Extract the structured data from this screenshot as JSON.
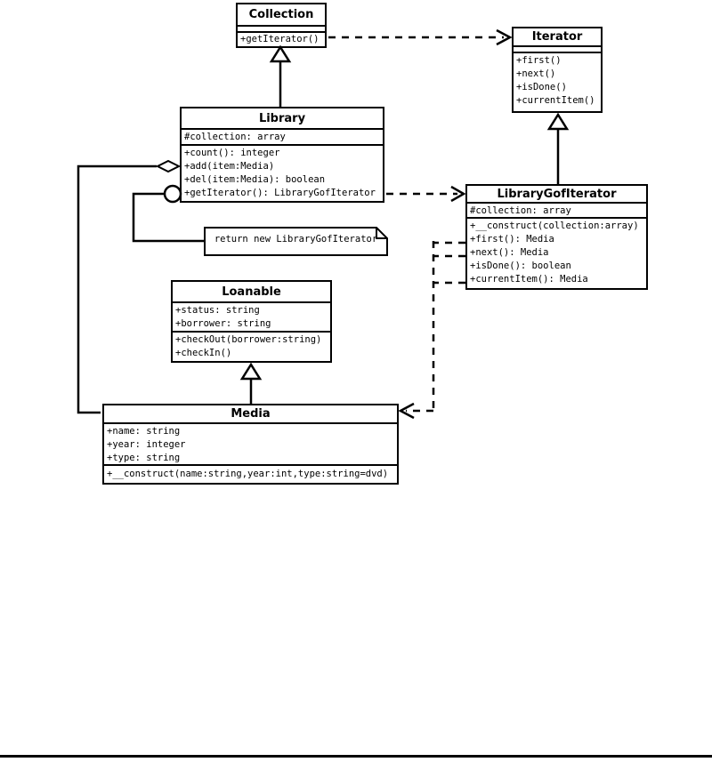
{
  "diagram": {
    "kind": "uml-class-diagram",
    "colors": {
      "line": "#000000",
      "background": "#ffffff",
      "box_fill": "#ffffff"
    },
    "classes": {
      "collection": {
        "title": "Collection",
        "attributes": [],
        "methods": [
          "+getIterator()"
        ]
      },
      "iterator": {
        "title": "Iterator",
        "attributes": [],
        "methods": [
          "+first()",
          "+next()",
          "+isDone()",
          "+currentItem()"
        ]
      },
      "library": {
        "title": "Library",
        "attributes": [
          "#collection: array"
        ],
        "methods": [
          "+count(): integer",
          "+add(item:Media)",
          "+del(item:Media): boolean",
          "+getIterator(): LibraryGofIterator"
        ]
      },
      "library_gof_iterator": {
        "title": "LibraryGofIterator",
        "attributes": [
          "#collection: array"
        ],
        "methods": [
          "+__construct(collection:array)",
          "+first(): Media",
          "+next(): Media",
          "+isDone(): boolean",
          "+currentItem(): Media"
        ]
      },
      "loanable": {
        "title": "Loanable",
        "attributes": [
          "+status: string",
          "+borrower: string"
        ],
        "methods": [
          "+checkOut(borrower:string)",
          "+checkIn()"
        ]
      },
      "media": {
        "title": "Media",
        "attributes": [
          "+name: string",
          "+year: integer",
          "+type: string"
        ],
        "methods": [
          "+__construct(name:string,year:int,type:string=dvd)"
        ]
      }
    },
    "note": {
      "text": "return new LibraryGofIterator"
    },
    "relationships": [
      {
        "type": "dependency",
        "from": "Collection.getIterator()",
        "to": "Iterator",
        "line": "dashed-open-arrow"
      },
      {
        "type": "generalization",
        "from": "Library",
        "to": "Collection",
        "line": "solid-hollow-triangle"
      },
      {
        "type": "generalization",
        "from": "LibraryGofIterator",
        "to": "Iterator",
        "line": "solid-hollow-triangle"
      },
      {
        "type": "dependency",
        "from": "Library.getIterator()",
        "to": "LibraryGofIterator",
        "line": "dashed-open-arrow"
      },
      {
        "type": "aggregation",
        "from": "Library",
        "to": "Media",
        "line": "solid-hollow-diamond"
      },
      {
        "type": "generalization",
        "from": "Media",
        "to": "Loanable",
        "line": "solid-hollow-triangle"
      },
      {
        "type": "dependency",
        "from": "LibraryGofIterator.first/next/currentItem",
        "to": "Media",
        "line": "dashed-open-arrow"
      },
      {
        "type": "note-anchor",
        "from": "Library.getIterator()",
        "to": "note",
        "line": "solid-circle-anchor"
      }
    ]
  }
}
